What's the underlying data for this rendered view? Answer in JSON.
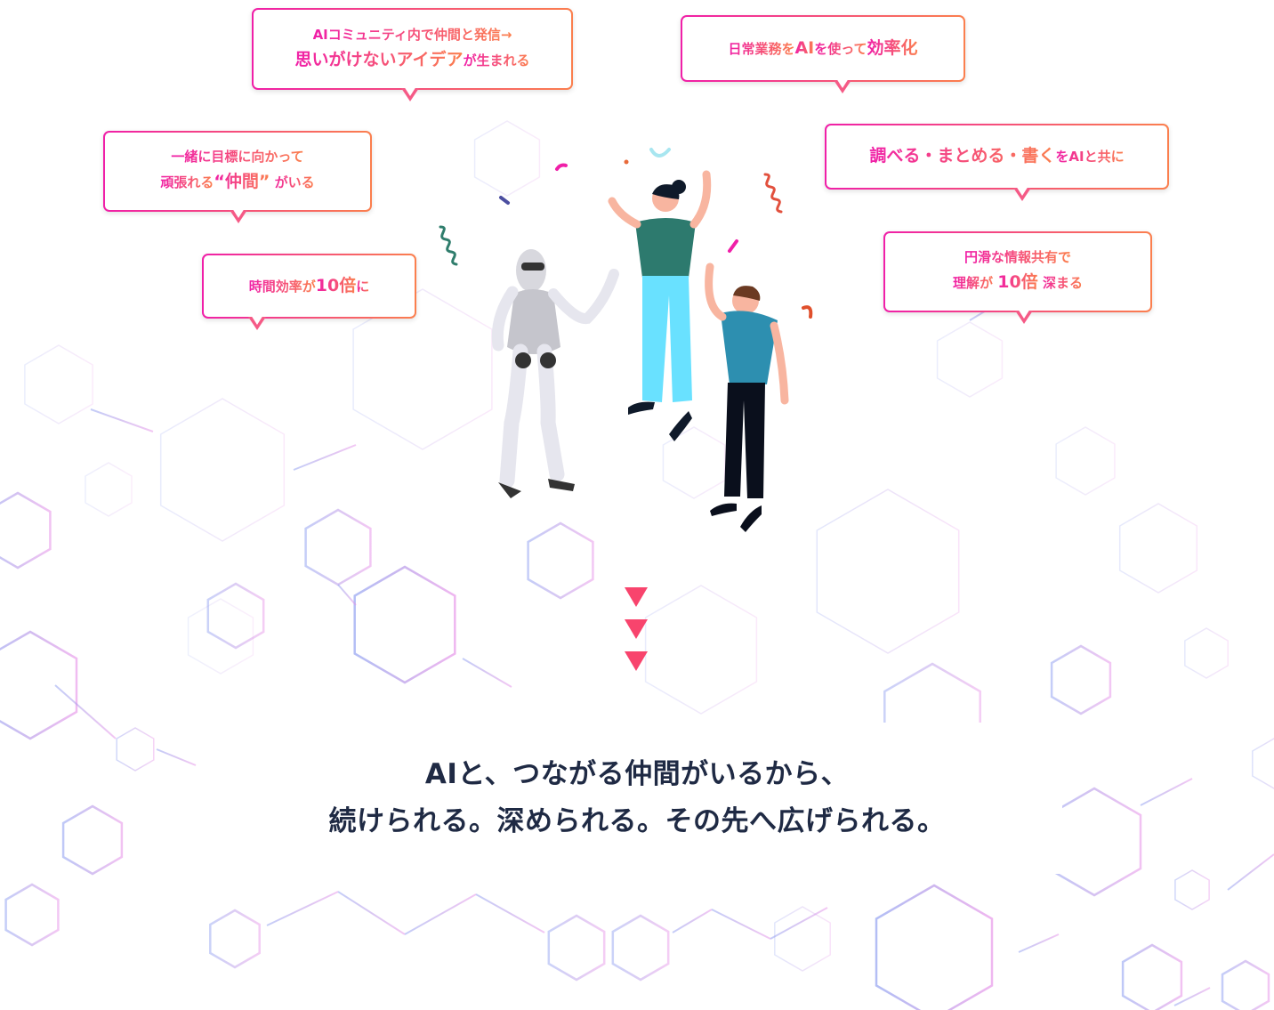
{
  "bubbles": {
    "b1": {
      "line1": "AIコミュニティ内で仲間と発信→",
      "line2_main": "思いがけないアイデア",
      "line2_tail": "が生まれる"
    },
    "b2": {
      "pre": "日常業務を",
      "ai": "AI",
      "mid": "を使って",
      "em": "効率化"
    },
    "b3": {
      "line1": "一緒に目標に向かって",
      "line2_pre": "頑張れる",
      "line2_em": "“仲間”",
      "line2_post": " がいる"
    },
    "b4": {
      "em": "調べる・まとめる・書く",
      "post": "をAIと共に"
    },
    "b5": {
      "pre": "時間効率が",
      "em": "10倍",
      "post": "に"
    },
    "b6": {
      "line1": "円滑な情報共有で",
      "line2_pre": "理解が ",
      "line2_em": "10倍",
      "line2_post": " 深まる"
    }
  },
  "message": {
    "line1": "AIと、つながる仲間がいるから、",
    "line2": "続けられる。深められる。その先へ広げられる。"
  },
  "colors": {
    "bubble_gradient_start": "#f01fa8",
    "bubble_gradient_end": "#fb7f4e",
    "message_text": "#1f2a44",
    "arrow": "#f8446d"
  },
  "icons": {
    "arrows": [
      "chevron-down-icon",
      "chevron-down-icon",
      "chevron-down-icon"
    ]
  }
}
